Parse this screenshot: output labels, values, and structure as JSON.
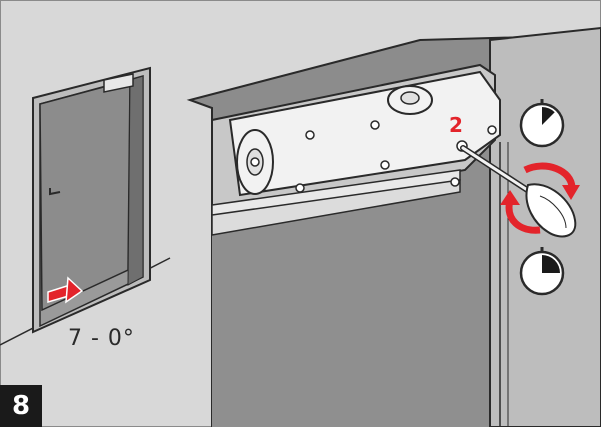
{
  "step": {
    "number": "8"
  },
  "door": {
    "angle_label": "7 - 0°"
  },
  "closer": {
    "callout_number": "2"
  },
  "timers": [
    {
      "name": "timer-top",
      "filled_fraction": 0.125
    },
    {
      "name": "timer-bottom",
      "filled_fraction": 0.25
    }
  ],
  "colors": {
    "background": "#d8d8d8",
    "door": "#8c8c8c",
    "accent": "#e3242b",
    "outline": "#2a2a2a",
    "badge": "#1a1a1a"
  },
  "icons": [
    "door-icon",
    "door-closer",
    "screwdriver-icon",
    "rotate-arrows-icon",
    "stopwatch-icon",
    "close-direction-arrow-icon"
  ]
}
